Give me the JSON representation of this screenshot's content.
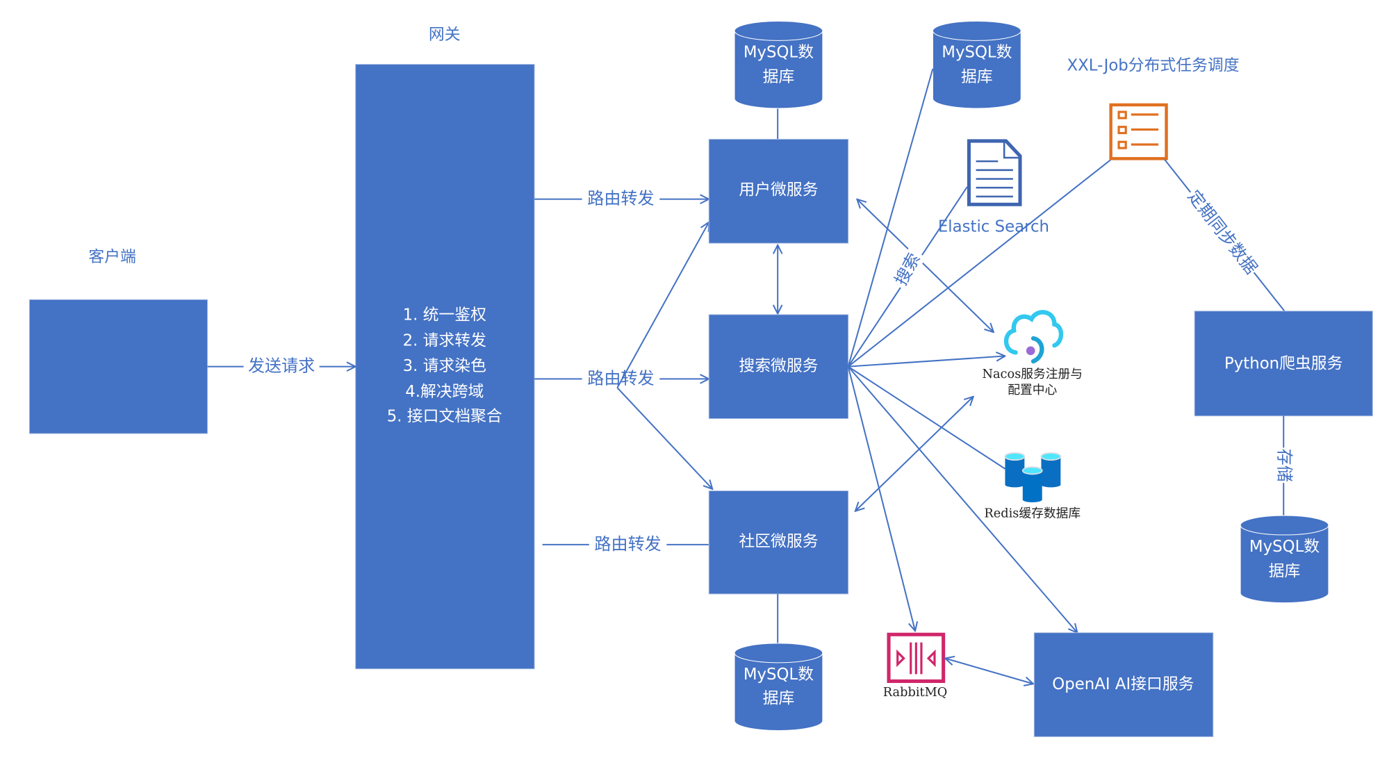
{
  "diagram": {
    "labels": {
      "client": "客户端",
      "gateway": "网关",
      "xxl_job": "XXL-Job分布式任务调度",
      "elastic": "Elastic Search",
      "nacos_line1": "Nacos服务注册与",
      "nacos_line2": "配置中心",
      "redis": "Redis缓存数据库",
      "rabbitmq": "RabbitMQ"
    },
    "gateway_features": [
      "1. 统一鉴权",
      "2. 请求转发",
      "3. 请求染色",
      "4.解决跨域",
      "5. 接口文档聚合"
    ],
    "services": {
      "user": "用户微服务",
      "search": "搜索微服务",
      "community": "社区微服务",
      "python": "Python爬虫服务",
      "openai": "OpenAI AI接口服务"
    },
    "databases": {
      "mysql_user_line1": "MySQL数",
      "mysql_user_line2": "据库",
      "mysql_search_line1": "MySQL数",
      "mysql_search_line2": "据库",
      "mysql_community_line1": "MySQL数",
      "mysql_community_line2": "据库",
      "mysql_python_line1": "MySQL数",
      "mysql_python_line2": "据库"
    },
    "edges": {
      "send_request": "发送请求",
      "route1": "路由转发",
      "route2": "路由转发",
      "route3": "路由转发",
      "search": "搜索",
      "sync": "定期同步数据",
      "store": "存储"
    },
    "colors": {
      "primary": "#4472c4",
      "xxl_icon": "#e07020",
      "rabbitmq_icon": "#d0266a",
      "nacos_cloud": "#32c8ef",
      "redis_blue": "#0a6fc2"
    }
  }
}
